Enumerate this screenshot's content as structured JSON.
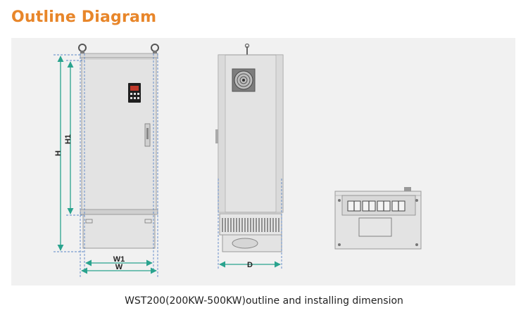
{
  "title": "Outline Diagram",
  "caption": "WST200(200KW-500KW)outline and installing dimension",
  "dimensions": {
    "height": "H",
    "height_inner": "H1",
    "width_inner": "W1",
    "width": "W",
    "depth": "D"
  },
  "colors": {
    "title": "#e8862a",
    "panel_bg": "#f1f1f1",
    "dimension_line": "#2aa38e",
    "guide_line": "#5b86c6",
    "cabinet_fill": "#e3e3e3"
  },
  "icons": [
    "front-view-cabinet",
    "side-view-cabinet",
    "top-view-cabinet",
    "cooling-fan-icon",
    "keypad-display-icon"
  ]
}
